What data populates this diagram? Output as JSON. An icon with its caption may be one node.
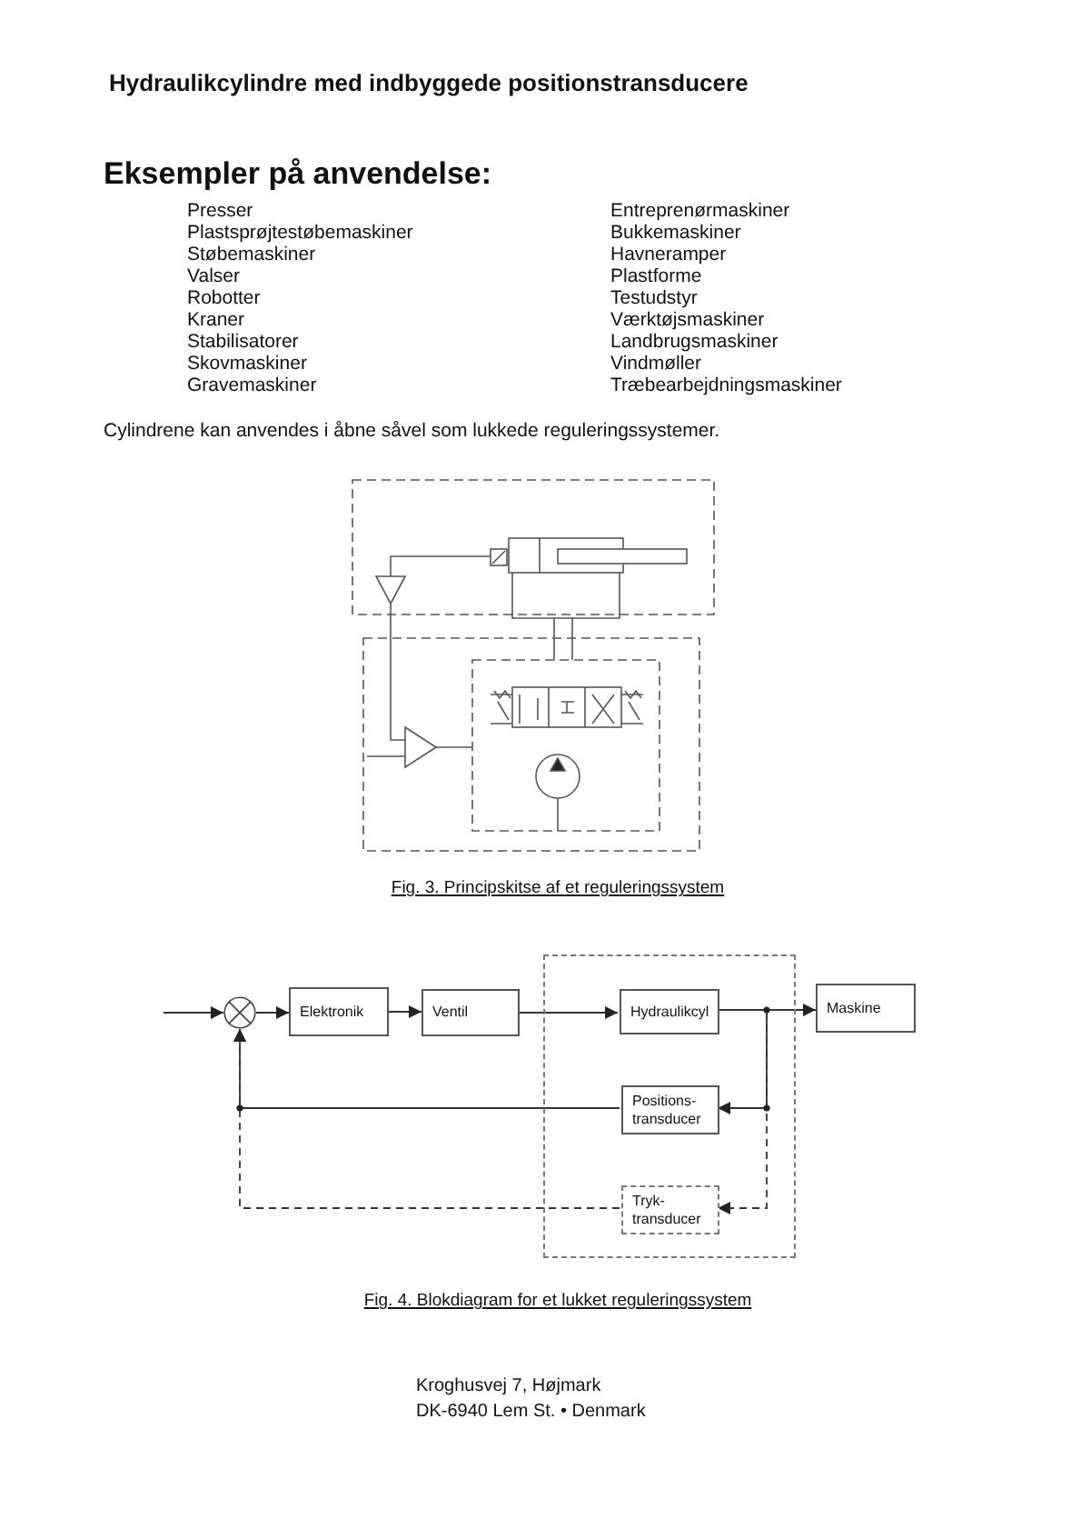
{
  "diagram": {
    "title": "Hydraulikcylindre med indbyggede positionstransducere",
    "nodes": [
      {
        "text": [],
        "shape": "circle"
      },
      {
        "text": [
          "Elektronik"
        ]
      },
      {
        "text": [
          "Ventil"
        ]
      },
      {
        "text": [],
        "shape": "box"
      },
      {
        "text": [
          "Hydraulikcyl"
        ],
        "in": 3
      },
      {
        "text": [
          "Positions- transducer"
        ],
        "in": 3
      },
      {
        "text": [
          "Tryk- transducer"
        ],
        "in": 3
      },
      {
        "text": [
          "Maskine"
        ]
      }
    ],
    "edges": [
      {
        "from": null,
        "to": 0,
        "arrow": "to"
      },
      {
        "from": 0,
        "to": 1,
        "arrow": "to"
      },
      {
        "from": 1,
        "to": 2,
        "arrow": "to"
      },
      {
        "from": 2,
        "to": 4,
        "arrow": "to"
      },
      {
        "from": 4,
        "to": 7,
        "arrow": "to"
      },
      {
        "from": 4,
        "to": 5,
        "arrow": "to"
      },
      {
        "from": 4,
        "to": 6,
        "arrow": "to",
        "style": "dashed"
      },
      {
        "from": 5,
        "to": 0,
        "arrow": "to"
      },
      {
        "from": 6,
        "to": 0,
        "arrow": "to",
        "style": "dashed"
      }
    ],
    "labels": [
      "Eksempler på anvendelse:",
      "Presser",
      "Plastsprøjtestøbemaskiner",
      "Støbemaskiner",
      "Valser",
      "Robotter",
      "Kraner",
      "Stabilisatorer",
      "Skovmaskiner",
      "Gravemaskiner",
      "Entreprenørmaskiner",
      "Bukkemaskiner",
      "Havneramper",
      "Plastforme",
      "Testudstyr",
      "Værktøjsmaskiner",
      "Landbrugsmaskiner",
      "Vindmøller",
      "Træbearbejdningsmaskiner",
      "Cylindrene kan anvendes i åbne såvel som lukkede reguleringssystemer.",
      "Fig. 3. Principskitse af et reguleringssystem",
      "Fig. 4. Blokdiagram for et lukket reguleringssystem",
      "Kroghusvej 7, Højmark",
      "DK-6940 Lem St. • Denmark"
    ]
  }
}
